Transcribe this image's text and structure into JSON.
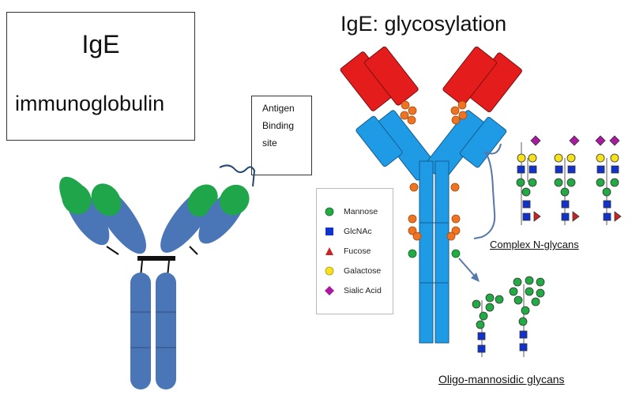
{
  "left_panel": {
    "title": "IgE",
    "subtitle": "immunoglobulin"
  },
  "antigen_label": {
    "line1": "Antigen",
    "line2": "Binding",
    "line3": "site"
  },
  "right_panel": {
    "title": "IgE: glycosylation"
  },
  "legend": [
    {
      "label": "Mannose",
      "shape": "circle",
      "color": "#22aa44"
    },
    {
      "label": "GlcNAc",
      "shape": "square",
      "color": "#1133cc"
    },
    {
      "label": "Fucose",
      "shape": "triangle",
      "color": "#cc2222"
    },
    {
      "label": "Galactose",
      "shape": "circle",
      "color": "#f5e21b"
    },
    {
      "label": "Sialic Acid",
      "shape": "diamond",
      "color": "#aa1aa0"
    }
  ],
  "captions": {
    "complex": "Complex N-glycans",
    "oligo": "Oligo-mannosidic glycans"
  },
  "colors": {
    "heavy_blue": "#4a76b8",
    "variable_green": "#1fa64a",
    "bright_blue": "#1f9be6",
    "variable_red": "#e41c1c",
    "glycan_orange": "#ee7422"
  }
}
